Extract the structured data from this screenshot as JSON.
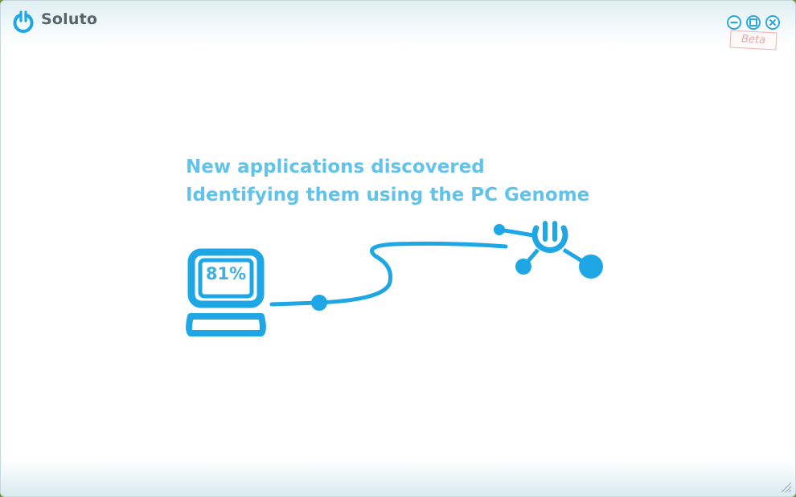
{
  "window": {
    "title": "Soluto",
    "badge": "Beta"
  },
  "controls": {
    "minimize": "minimize",
    "maximize": "maximize",
    "close": "close"
  },
  "message": {
    "line1": "New applications discovered",
    "line2": "Identifying them using the PC Genome"
  },
  "progress": {
    "label": "81%",
    "value": 81
  },
  "colors": {
    "accent": "#1ea7e4",
    "text_accent": "#61c3ea",
    "title_text": "#54646a"
  },
  "icons": {
    "logo": "power-icon",
    "computer": "computer-icon",
    "genome": "genome-network-icon"
  }
}
